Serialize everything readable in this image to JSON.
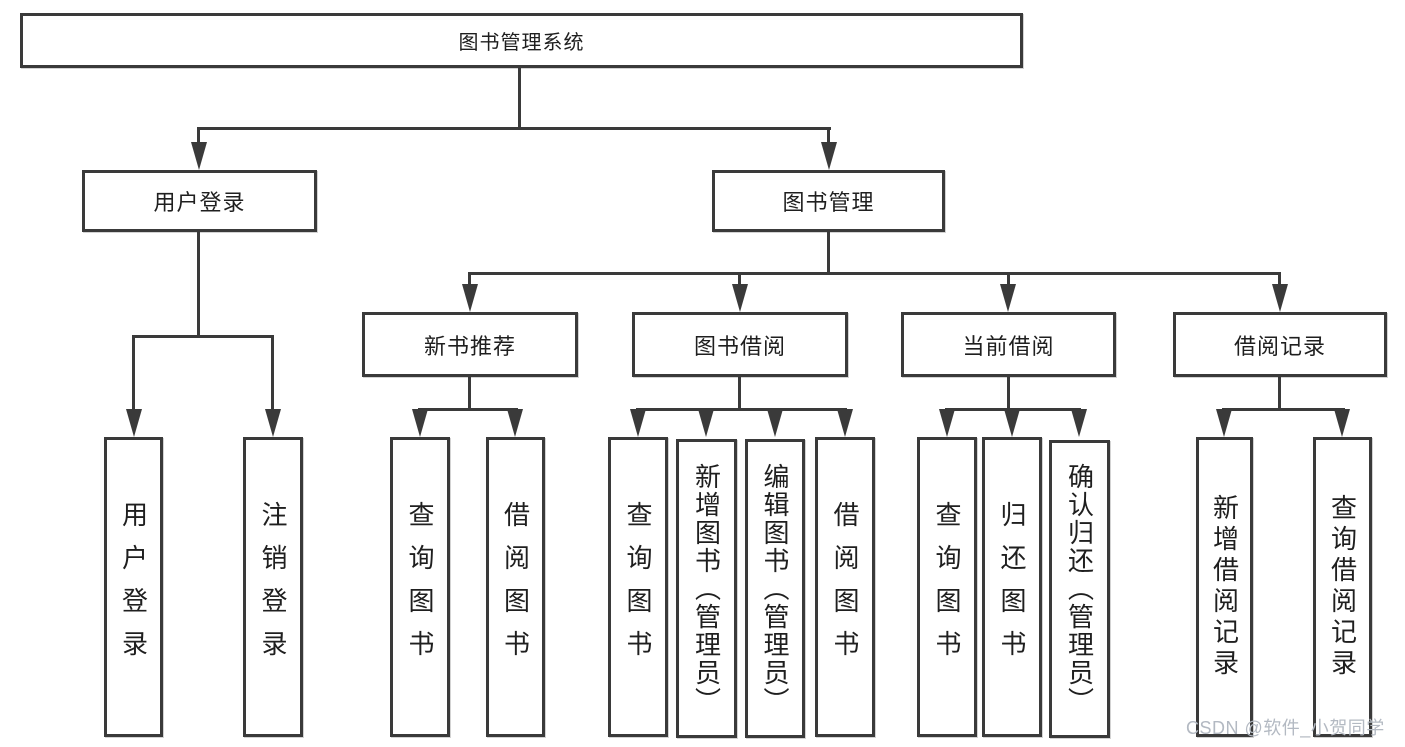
{
  "colors": {
    "line": "#3a3a3a",
    "text": "#1f1f1f",
    "background": "#ffffff",
    "watermark": "#b3b9c2"
  },
  "diagram_type": "hierarchy-tree",
  "root": {
    "label": "图书管理系统"
  },
  "branches": {
    "user_login": {
      "label": "用户登录",
      "children": [
        {
          "label": "用户登录"
        },
        {
          "label": "注销登录"
        }
      ]
    },
    "book_mgmt": {
      "label": "图书管理",
      "groups": [
        {
          "label": "新书推荐",
          "children": [
            {
              "label": "查询图书"
            },
            {
              "label": "借阅图书"
            }
          ]
        },
        {
          "label": "图书借阅",
          "children": [
            {
              "label": "查询图书"
            },
            {
              "label": "新增图书（管理员）"
            },
            {
              "label": "编辑图书（管理员）"
            },
            {
              "label": "借阅图书"
            }
          ]
        },
        {
          "label": "当前借阅",
          "children": [
            {
              "label": "查询图书"
            },
            {
              "label": "归还图书"
            },
            {
              "label": "确认归还（管理员）"
            }
          ]
        },
        {
          "label": "借阅记录",
          "children": [
            {
              "label": "新增借阅记录"
            },
            {
              "label": "查询借阅记录"
            }
          ]
        }
      ]
    }
  },
  "watermark": {
    "text": "CSDN @软件_小贺同学"
  }
}
